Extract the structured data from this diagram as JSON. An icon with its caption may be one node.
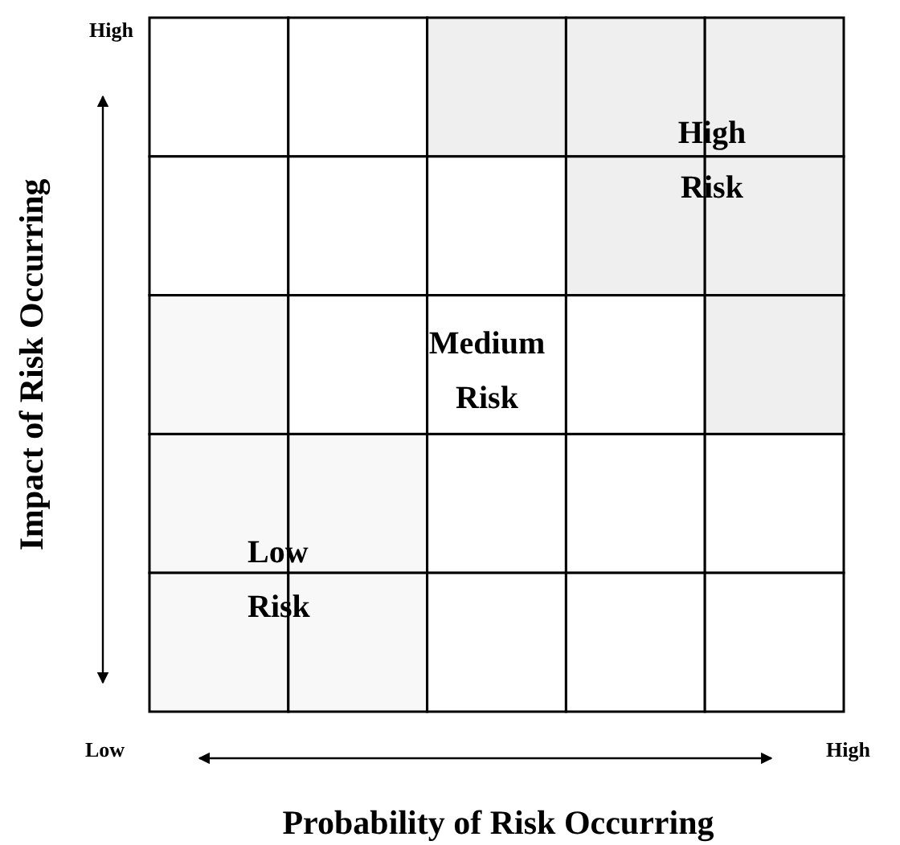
{
  "diagram": {
    "labels": [
      "High",
      "High Risk",
      "Medium Risk",
      "Low Risk",
      "Low",
      "High",
      "Impact of Risk Occurring",
      "Probability of Risk Occurring"
    ]
  }
}
